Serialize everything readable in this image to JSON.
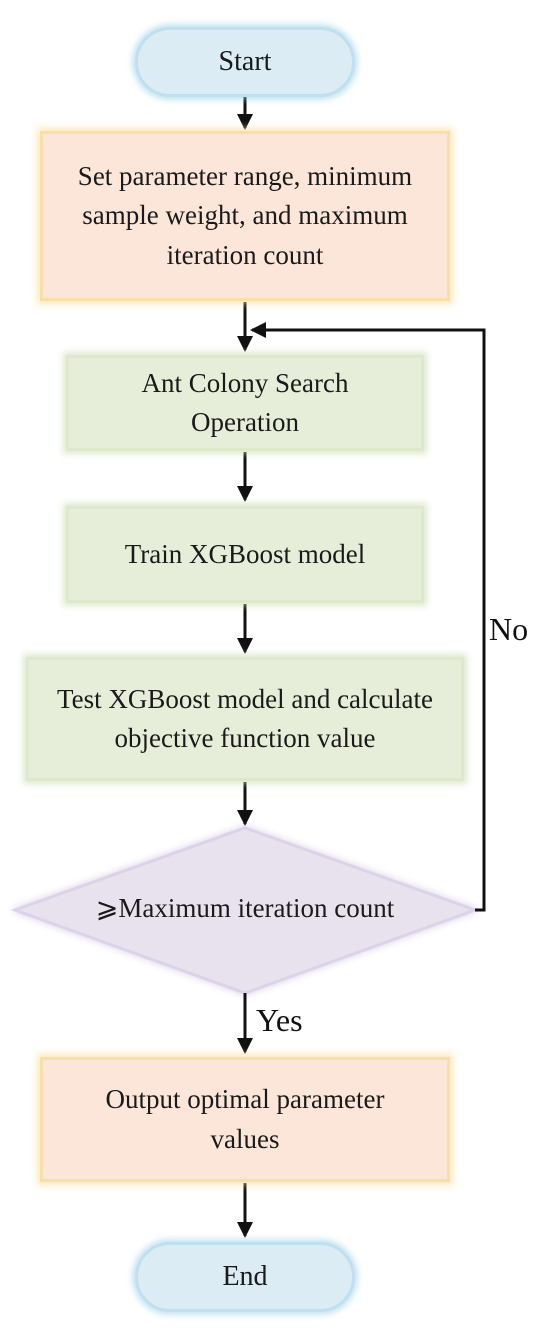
{
  "nodes": {
    "start": "Start",
    "setup": "Set parameter range, minimum sample weight, and maximum iteration count",
    "ant_search": "Ant Colony Search Operation",
    "train": "Train XGBoost model",
    "test": "Test XGBoost model and calculate objective function value",
    "decision": "⩾Maximum iteration count",
    "output": "Output optimal parameter values",
    "end": "End"
  },
  "edges": {
    "yes_label": "Yes",
    "no_label": "No"
  },
  "colors": {
    "terminal_fill": "#dcecf5",
    "io_fill": "#fbe6d9",
    "process_fill": "#e6eed9",
    "decision_fill": "#e8e2ee",
    "arrow": "#111111"
  }
}
